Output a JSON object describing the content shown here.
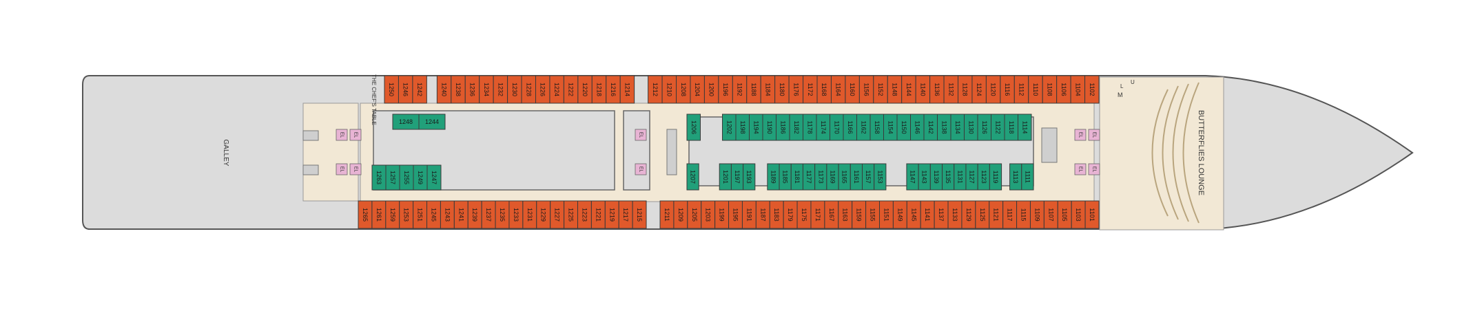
{
  "colors": {
    "outside_cabin": "#e0592b",
    "inside_cabin": "#21a07a",
    "hull": "#dcdcdc",
    "interior": "#f2e8d5",
    "elevator": "#e8b4d4",
    "outline": "#555555"
  },
  "labels": {
    "galley": "GALLEY",
    "chefs_table": "THE CHEF'S TABLE",
    "lounge": "BUTTERFLIES LOUNGE",
    "elevator": "EL",
    "lounge_markers": [
      "M",
      "L",
      "U"
    ]
  },
  "cabins": {
    "top_outside": [
      "1250",
      "1246",
      "1242",
      "1240",
      "1238",
      "1236",
      "1234",
      "1232",
      "1230",
      "1228",
      "1226",
      "1224",
      "1222",
      "1220",
      "1218",
      "1216",
      "1214",
      "1212",
      "1210",
      "1208",
      "1204",
      "1200",
      "1196",
      "1192",
      "1188",
      "1184",
      "1180",
      "1176",
      "1172",
      "1168",
      "1164",
      "1160",
      "1156",
      "1152",
      "1148",
      "1144",
      "1140",
      "1136",
      "1132",
      "1128",
      "1124",
      "1120",
      "1116",
      "1112",
      "1110",
      "1108",
      "1106",
      "1104",
      "1102"
    ],
    "bottom_outside": [
      "1265",
      "1261",
      "1259",
      "1253",
      "1251",
      "1245",
      "1243",
      "1241",
      "1239",
      "1237",
      "1235",
      "1233",
      "1231",
      "1229",
      "1227",
      "1225",
      "1223",
      "1221",
      "1219",
      "1217",
      "1215",
      "1211",
      "1209",
      "1205",
      "1203",
      "1199",
      "1195",
      "1191",
      "1187",
      "1183",
      "1179",
      "1175",
      "1171",
      "1167",
      "1163",
      "1159",
      "1155",
      "1151",
      "1149",
      "1145",
      "1141",
      "1137",
      "1133",
      "1129",
      "1125",
      "1121",
      "1117",
      "1115",
      "1109",
      "1107",
      "1105",
      "1103",
      "1101"
    ],
    "inner_top_aft": [
      "1248",
      "1244"
    ],
    "inner_bottom_aft": [
      "1263",
      "1257",
      "1255",
      "1249",
      "1247"
    ],
    "inner_top_fwd": [
      "1206",
      "1202",
      "1198",
      "1194",
      "1190",
      "1186",
      "1182",
      "1178",
      "1174",
      "1170",
      "1166",
      "1162",
      "1158",
      "1154",
      "1150",
      "1146",
      "1142",
      "1138",
      "1134",
      "1130",
      "1126",
      "1122",
      "1118",
      "1114"
    ],
    "inner_bottom_fwd": [
      "1207",
      "1201",
      "1197",
      "1193",
      "1189",
      "1185",
      "1181",
      "1177",
      "1173",
      "1169",
      "1165",
      "1161",
      "1157",
      "1153",
      "1147",
      "1143",
      "1139",
      "1135",
      "1131",
      "1127",
      "1123",
      "1119",
      "1113",
      "1111"
    ]
  }
}
